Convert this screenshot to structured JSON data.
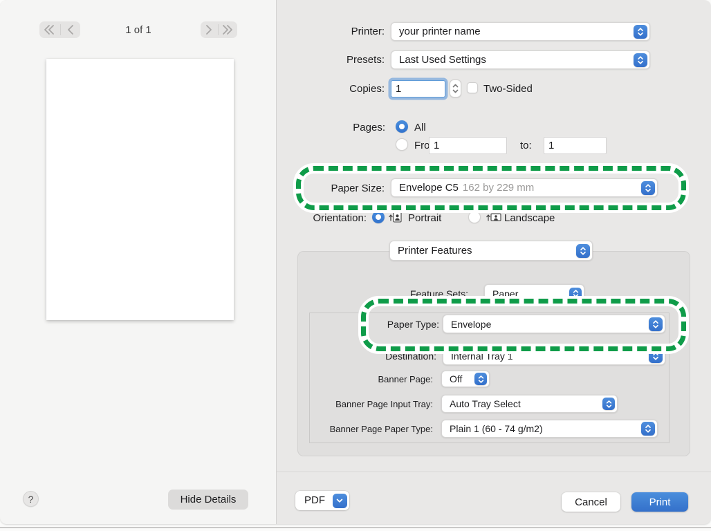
{
  "window": {
    "page_indicator": "1 of 1",
    "help": "?",
    "hide_details": "Hide Details"
  },
  "fields": {
    "printer": {
      "label": "Printer:",
      "value": "your printer name"
    },
    "presets": {
      "label": "Presets:",
      "value": "Last Used Settings"
    },
    "copies": {
      "label": "Copies:",
      "value": "1"
    },
    "two_sided": {
      "label": "Two-Sided",
      "checked": false
    },
    "pages": {
      "label": "Pages:",
      "all": "All",
      "from": "From:",
      "from_value": "1",
      "to": "to:",
      "to_value": "1",
      "selected": "All"
    },
    "paper_size": {
      "label": "Paper Size:",
      "value": "Envelope C5",
      "dimensions": "162 by 229 mm"
    },
    "orientation": {
      "label": "Orientation:",
      "portrait": "Portrait",
      "landscape": "Landscape",
      "selected": "Portrait"
    },
    "printer_features": {
      "value": "Printer Features"
    },
    "feature_sets": {
      "label": "Feature Sets:",
      "value": "Paper"
    },
    "paper_type": {
      "label": "Paper Type:",
      "value": "Envelope"
    },
    "destination": {
      "label": "Destination:",
      "value": "Internal Tray 1"
    },
    "banner_page": {
      "label": "Banner Page:",
      "value": "Off"
    },
    "banner_input_tray": {
      "label": "Banner Page Input Tray:",
      "value": "Auto Tray Select"
    },
    "banner_paper_type": {
      "label": "Banner Page Paper Type:",
      "value": "Plain 1 (60 - 74 g/m2)"
    }
  },
  "buttons": {
    "pdf": "PDF",
    "cancel": "Cancel",
    "print": "Print"
  },
  "colors": {
    "accent_blue": "#3b7cd6",
    "highlight_green": "#0f9c49",
    "focus_ring": "#79a8dc"
  }
}
